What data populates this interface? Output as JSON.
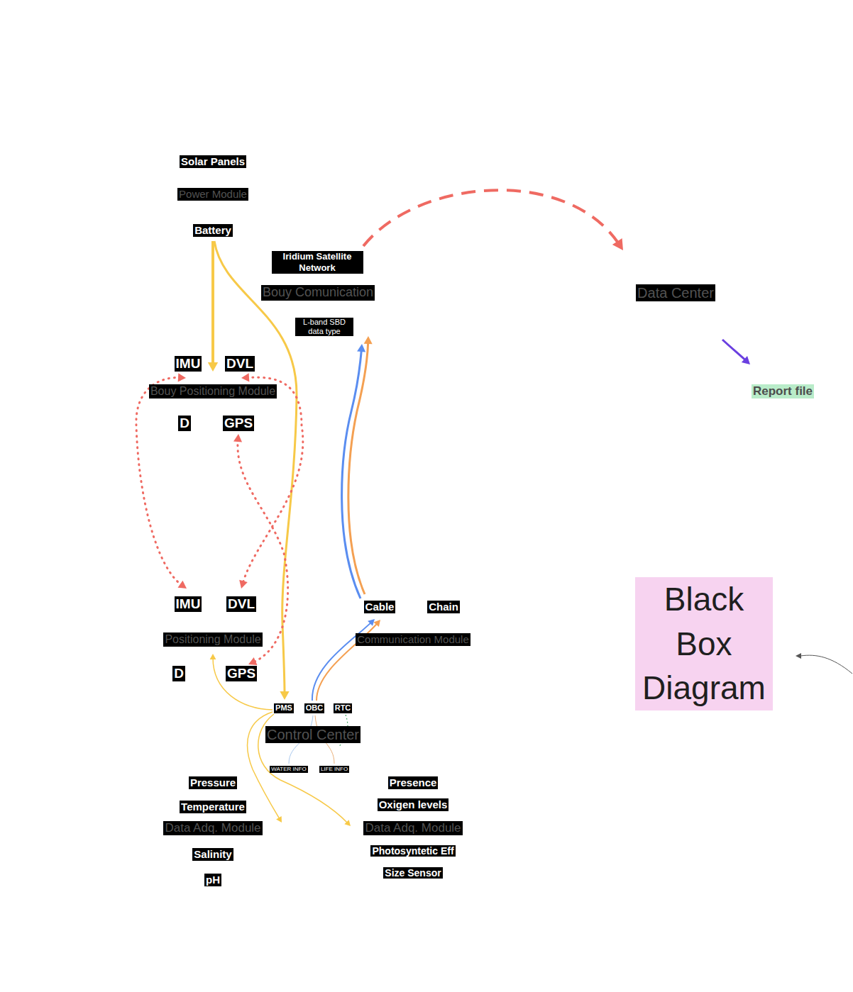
{
  "diagram": {
    "nodes": [
      {
        "text": [
          "Solar Panels",
          "Power Module",
          "Battery"
        ]
      },
      {
        "text": [
          "Iridium Satellite Network",
          "Bouy Comunication",
          "L-band SBD data type"
        ]
      },
      {
        "text": [
          "Data Center"
        ]
      },
      {
        "text": [
          "Report file"
        ]
      },
      {
        "text": [
          "IMU",
          "DVL",
          "Bouy Positioning Module",
          "D",
          "GPS"
        ]
      },
      {
        "text": [
          "IMU",
          "DVL",
          "Positioning Module",
          "D",
          "GPS"
        ]
      },
      {
        "text": [
          "Cable",
          "Chain",
          "Communication Module"
        ]
      },
      {
        "text": [
          "PMS",
          "OBC",
          "RTC",
          "Control Center",
          "WATER INFO",
          "LIFE INFO"
        ]
      },
      {
        "text": [
          "Pressure",
          "Temperature",
          "Data Adq. Module",
          "Salinity",
          "pH"
        ]
      },
      {
        "text": [
          "Presence",
          "Oxigen levels",
          "Data Adq. Module",
          "Photosyntetic Eff",
          "Size Sensor"
        ]
      },
      {
        "text": [
          "Black Box Diagram"
        ]
      }
    ],
    "edges": [
      {
        "from": 1,
        "to": 2,
        "arrow": "to"
      },
      {
        "from": 2,
        "to": 3,
        "arrow": "to"
      },
      {
        "from": 0,
        "to": 4,
        "arrow": "to"
      },
      {
        "from": 0,
        "to": 7,
        "arrow": "to"
      },
      {
        "from": 6,
        "to": 1,
        "arrow": "to"
      },
      {
        "from": 6,
        "to": 1,
        "arrow": "to"
      },
      {
        "from": 7,
        "to": 6,
        "arrow": "to"
      },
      {
        "from": 7,
        "to": 6,
        "arrow": "to"
      },
      {
        "from": 7,
        "to": 5,
        "arrow": "to"
      },
      {
        "from": 7,
        "to": 8,
        "arrow": "to"
      },
      {
        "from": 7,
        "to": 9,
        "arrow": "to"
      },
      {
        "from": 4,
        "to": 5,
        "arrow": "both"
      },
      {
        "from": 4,
        "to": 5,
        "arrow": "both"
      },
      {
        "from": 4,
        "to": 5,
        "arrow": "both"
      }
    ]
  }
}
